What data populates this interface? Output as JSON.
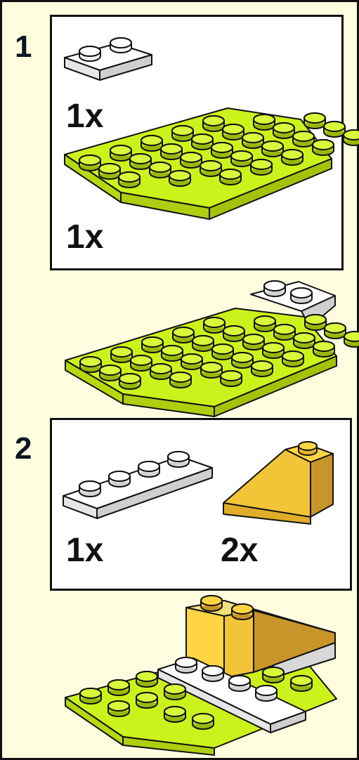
{
  "steps": [
    {
      "number": "1",
      "parts": [
        {
          "qty": "1x",
          "icon": "white-plate-1x2-icon",
          "color": "#ffffff"
        },
        {
          "qty": "1x",
          "icon": "lime-wedge-plate-icon",
          "color": "#ccf21c"
        }
      ]
    },
    {
      "number": "2",
      "parts": [
        {
          "qty": "1x",
          "icon": "white-plate-1x4-icon",
          "color": "#ffffff"
        },
        {
          "qty": "2x",
          "icon": "yellow-slope-brick-icon",
          "color": "#f2c437"
        }
      ]
    }
  ],
  "colors": {
    "background": "#fffde0",
    "lime": "#ccf21c",
    "yellow": "#f2c437",
    "white": "#ffffff",
    "outline": "#111111"
  }
}
